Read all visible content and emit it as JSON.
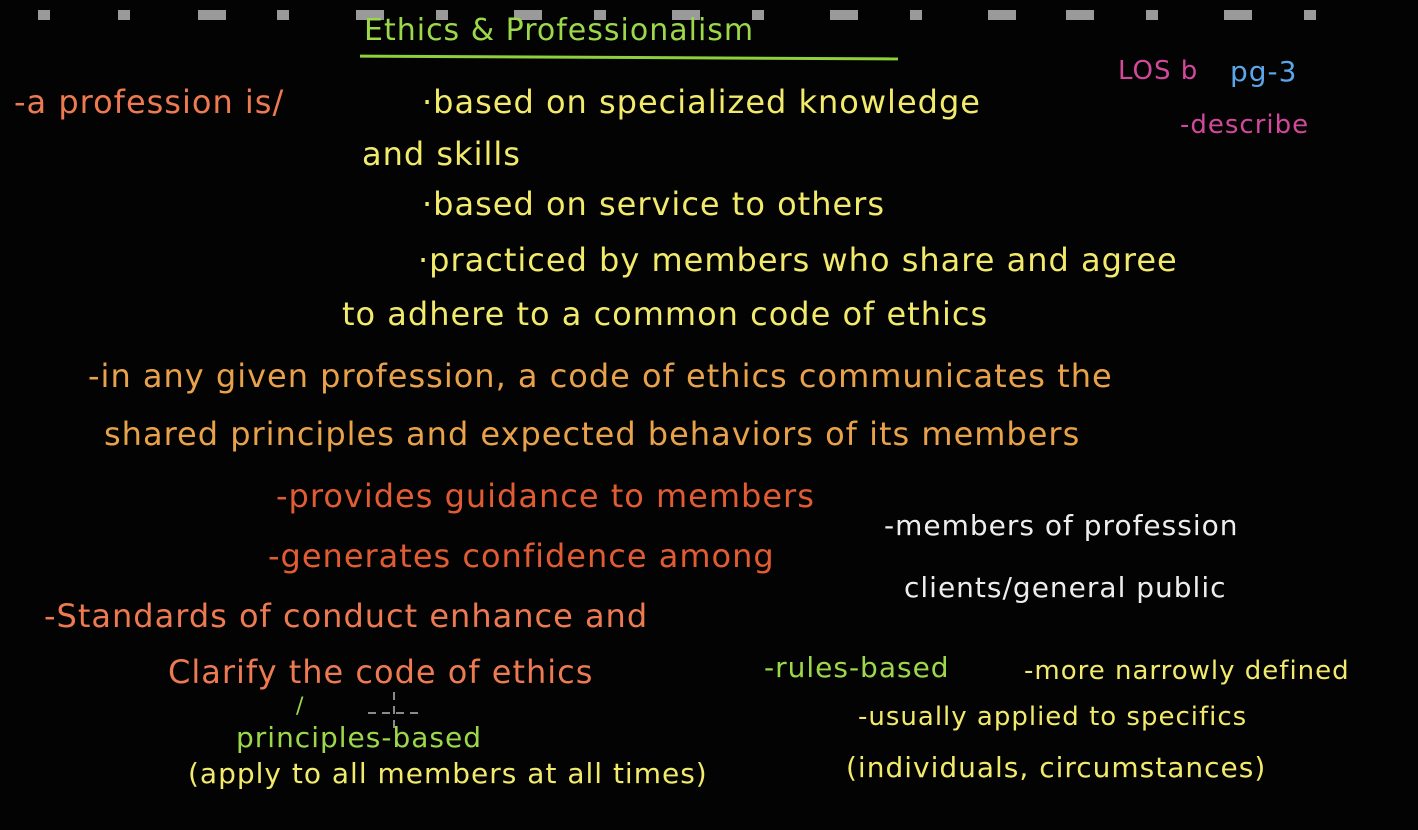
{
  "colors": {
    "background": "#030303",
    "green": "#9cd94a",
    "yellow": "#f2ea6a",
    "orange": "#e9a24a",
    "red_orange": "#e15b33",
    "salmon": "#ee7a52",
    "magenta": "#d2489a",
    "blue": "#5aa6e8",
    "white": "#ededed",
    "toolbar_dash": "#9a9a9a"
  },
  "header": {
    "title": "Ethics & Professionalism"
  },
  "reference": {
    "los": "LOS b",
    "page": "pg-3",
    "verb": "-describe"
  },
  "profession": {
    "lead": "-a profession is/",
    "bullet1_line1": "·based on specialized knowledge",
    "bullet1_line2": "and skills",
    "bullet2": "·based on service to others",
    "bullet3_line1": "·practiced by members who share and agree",
    "bullet3_line2": "to adhere to a common code of ethics"
  },
  "code_of_ethics": {
    "line1": "-in any given profession, a code of ethics communicates the",
    "line2": "shared principles and expected behaviors of its members",
    "guidance": "-provides guidance to members",
    "confidence": "-generates confidence among",
    "confidence_targets": [
      "-members of profession",
      "clients/general public"
    ]
  },
  "standards": {
    "line1": "-Standards of conduct enhance and",
    "line2": "Clarify the code of ethics",
    "rules_based": "-rules-based",
    "rules_notes": [
      "-more narrowly defined",
      "-usually applied to specifics",
      "(individuals, circumstances)"
    ],
    "principles_mark": "/",
    "principles_based": "principles-based",
    "principles_note": "(apply to all members at all times)"
  }
}
